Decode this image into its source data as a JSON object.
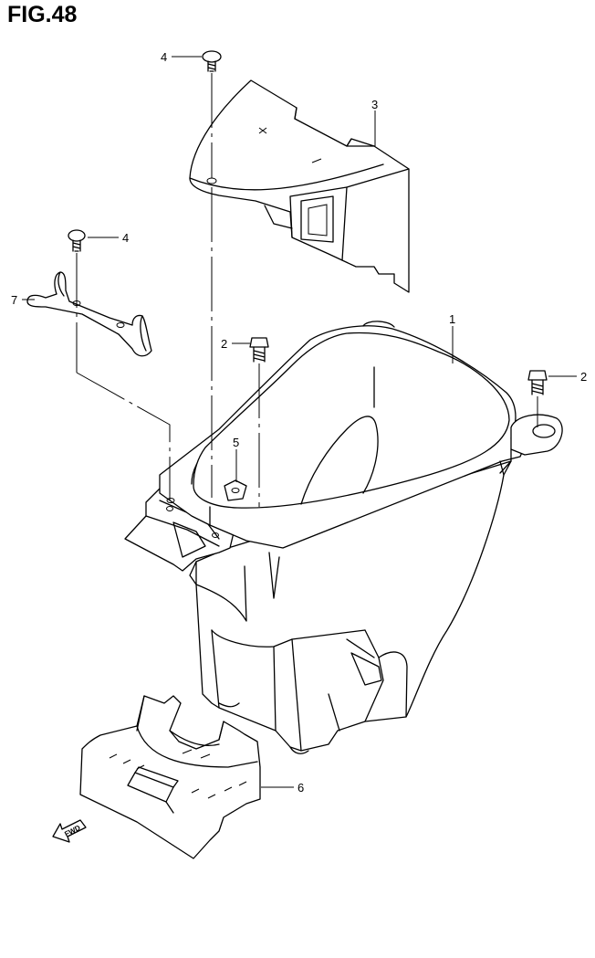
{
  "figure": {
    "title": "FIG.48",
    "fwd_label": "FWD"
  },
  "callouts": [
    {
      "id": "c1",
      "label": "1",
      "part": "utility-box"
    },
    {
      "id": "c2a",
      "label": "2",
      "part": "bolt"
    },
    {
      "id": "c2b",
      "label": "2",
      "part": "bolt"
    },
    {
      "id": "c3",
      "label": "3",
      "part": "cover"
    },
    {
      "id": "c4a",
      "label": "4",
      "part": "screw"
    },
    {
      "id": "c4b",
      "label": "4",
      "part": "screw"
    },
    {
      "id": "c5",
      "label": "5",
      "part": "nut"
    },
    {
      "id": "c6",
      "label": "6",
      "part": "heat-shield"
    },
    {
      "id": "c7",
      "label": "7",
      "part": "bracket"
    }
  ]
}
